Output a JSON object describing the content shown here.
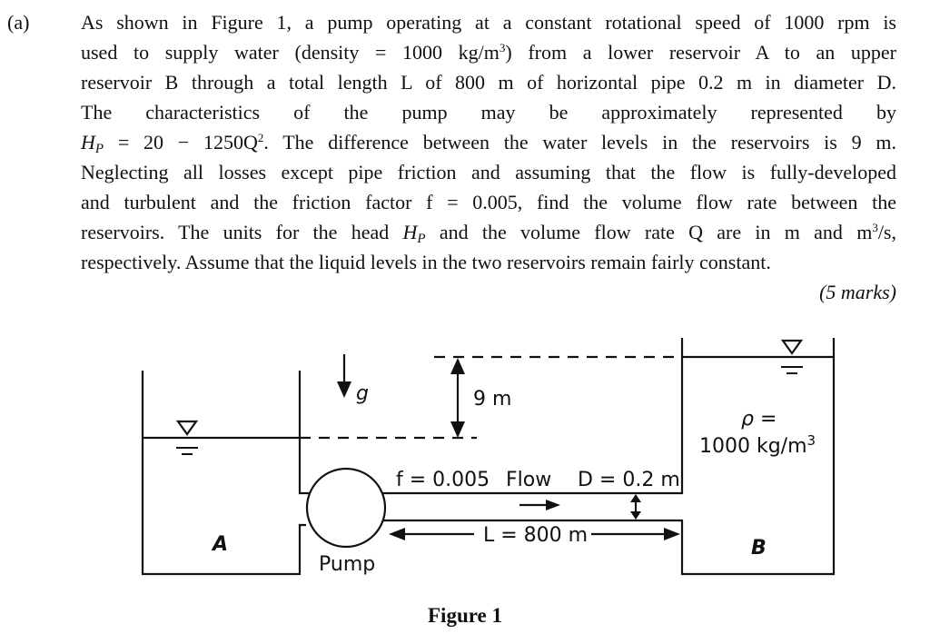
{
  "question": {
    "label": "(a)",
    "lines": [
      "As shown in Figure 1, a pump operating at a constant rotational speed of 1000 rpm is",
      "reservoir B through a total length L of 800 m of horizontal pipe 0.2 m in diameter D.",
      "The characteristics of the pump may be approximately represented by",
      ". The difference between the water levels in the reservoirs is 9 m.",
      "Neglecting all losses except pipe friction and assuming that the flow is fully-developed",
      "and turbulent and the friction factor f = 0.005, find the volume flow rate between the",
      "respectively. Assume that the liquid levels in the two reservoirs remain fairly constant."
    ],
    "line2_pre": "used to supply water (density = 1000 kg/m",
    "line2_post": ") from a lower reservoir A to an upper",
    "pump_equation": "H",
    "pump_equation_sub": "P",
    "pump_equation_rhs": " = 20 − 1250Q",
    "line8_pre": "reservoirs. The units for the head ",
    "line8_mid": " and the volume flow rate Q are in m and m",
    "line8_post": "/s,",
    "marks": "(5 marks)"
  },
  "figure": {
    "gravity_label": "g",
    "height_diff_label": "9 m",
    "density_label_top": "ρ =",
    "density_label_bottom": "1000 kg/m",
    "density_exp": "3",
    "friction_label": "f = 0.005",
    "flow_label": "Flow",
    "diameter_label": "D = 0.2 m",
    "length_label": "L = 800 m",
    "reservoir_a": "A",
    "reservoir_b": "B",
    "pump_label": "Pump",
    "caption": "Figure 1"
  }
}
